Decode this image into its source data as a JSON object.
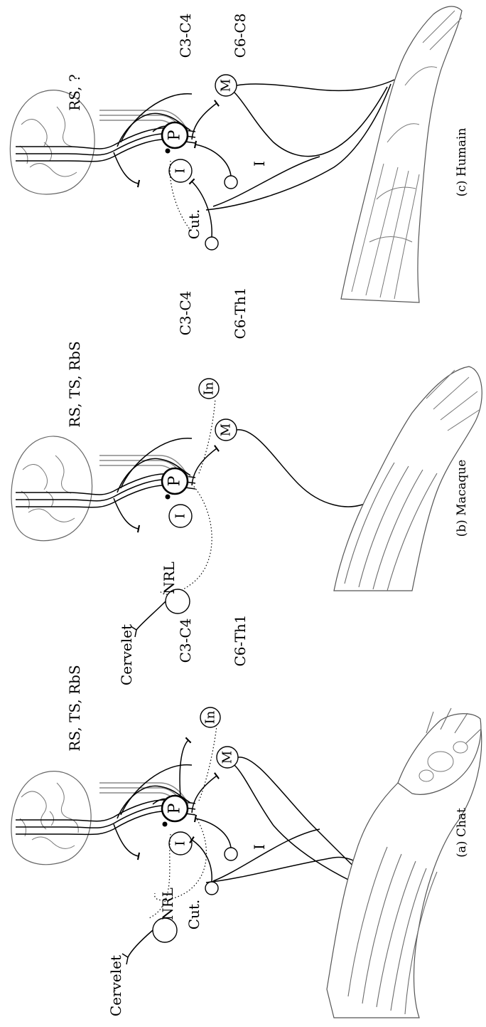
{
  "panels": [
    {
      "id": "chat",
      "caption": "(a) Chat",
      "tracts": "RS, TS, RbS",
      "segment_upper": "C3-C4",
      "segment_lower": "C6-Th1",
      "nrl_label": "NRL",
      "cerebellum_label": "Cervelet",
      "cut_label": "Cut.",
      "i_label": "I",
      "nodes": {
        "p": "P",
        "i": "I",
        "m": "M",
        "in": "In"
      }
    },
    {
      "id": "macaque",
      "caption": "(b) Macaque",
      "tracts": "RS, TS, RbS",
      "segment_upper": "C3-C4",
      "segment_lower": "C6-Th1",
      "nrl_label": "NRL",
      "cerebellum_label": "Cervelet",
      "nodes": {
        "p": "P",
        "i": "I",
        "m": "M",
        "in": "In"
      }
    },
    {
      "id": "humain",
      "caption": "(c) Humain",
      "tracts": "RS, ?",
      "segment_upper": "C3-C4",
      "segment_lower": "C6-C8",
      "cut_label": "Cut.",
      "i_label": "I",
      "nodes": {
        "p": "P",
        "i": "I",
        "m": "M"
      }
    }
  ]
}
